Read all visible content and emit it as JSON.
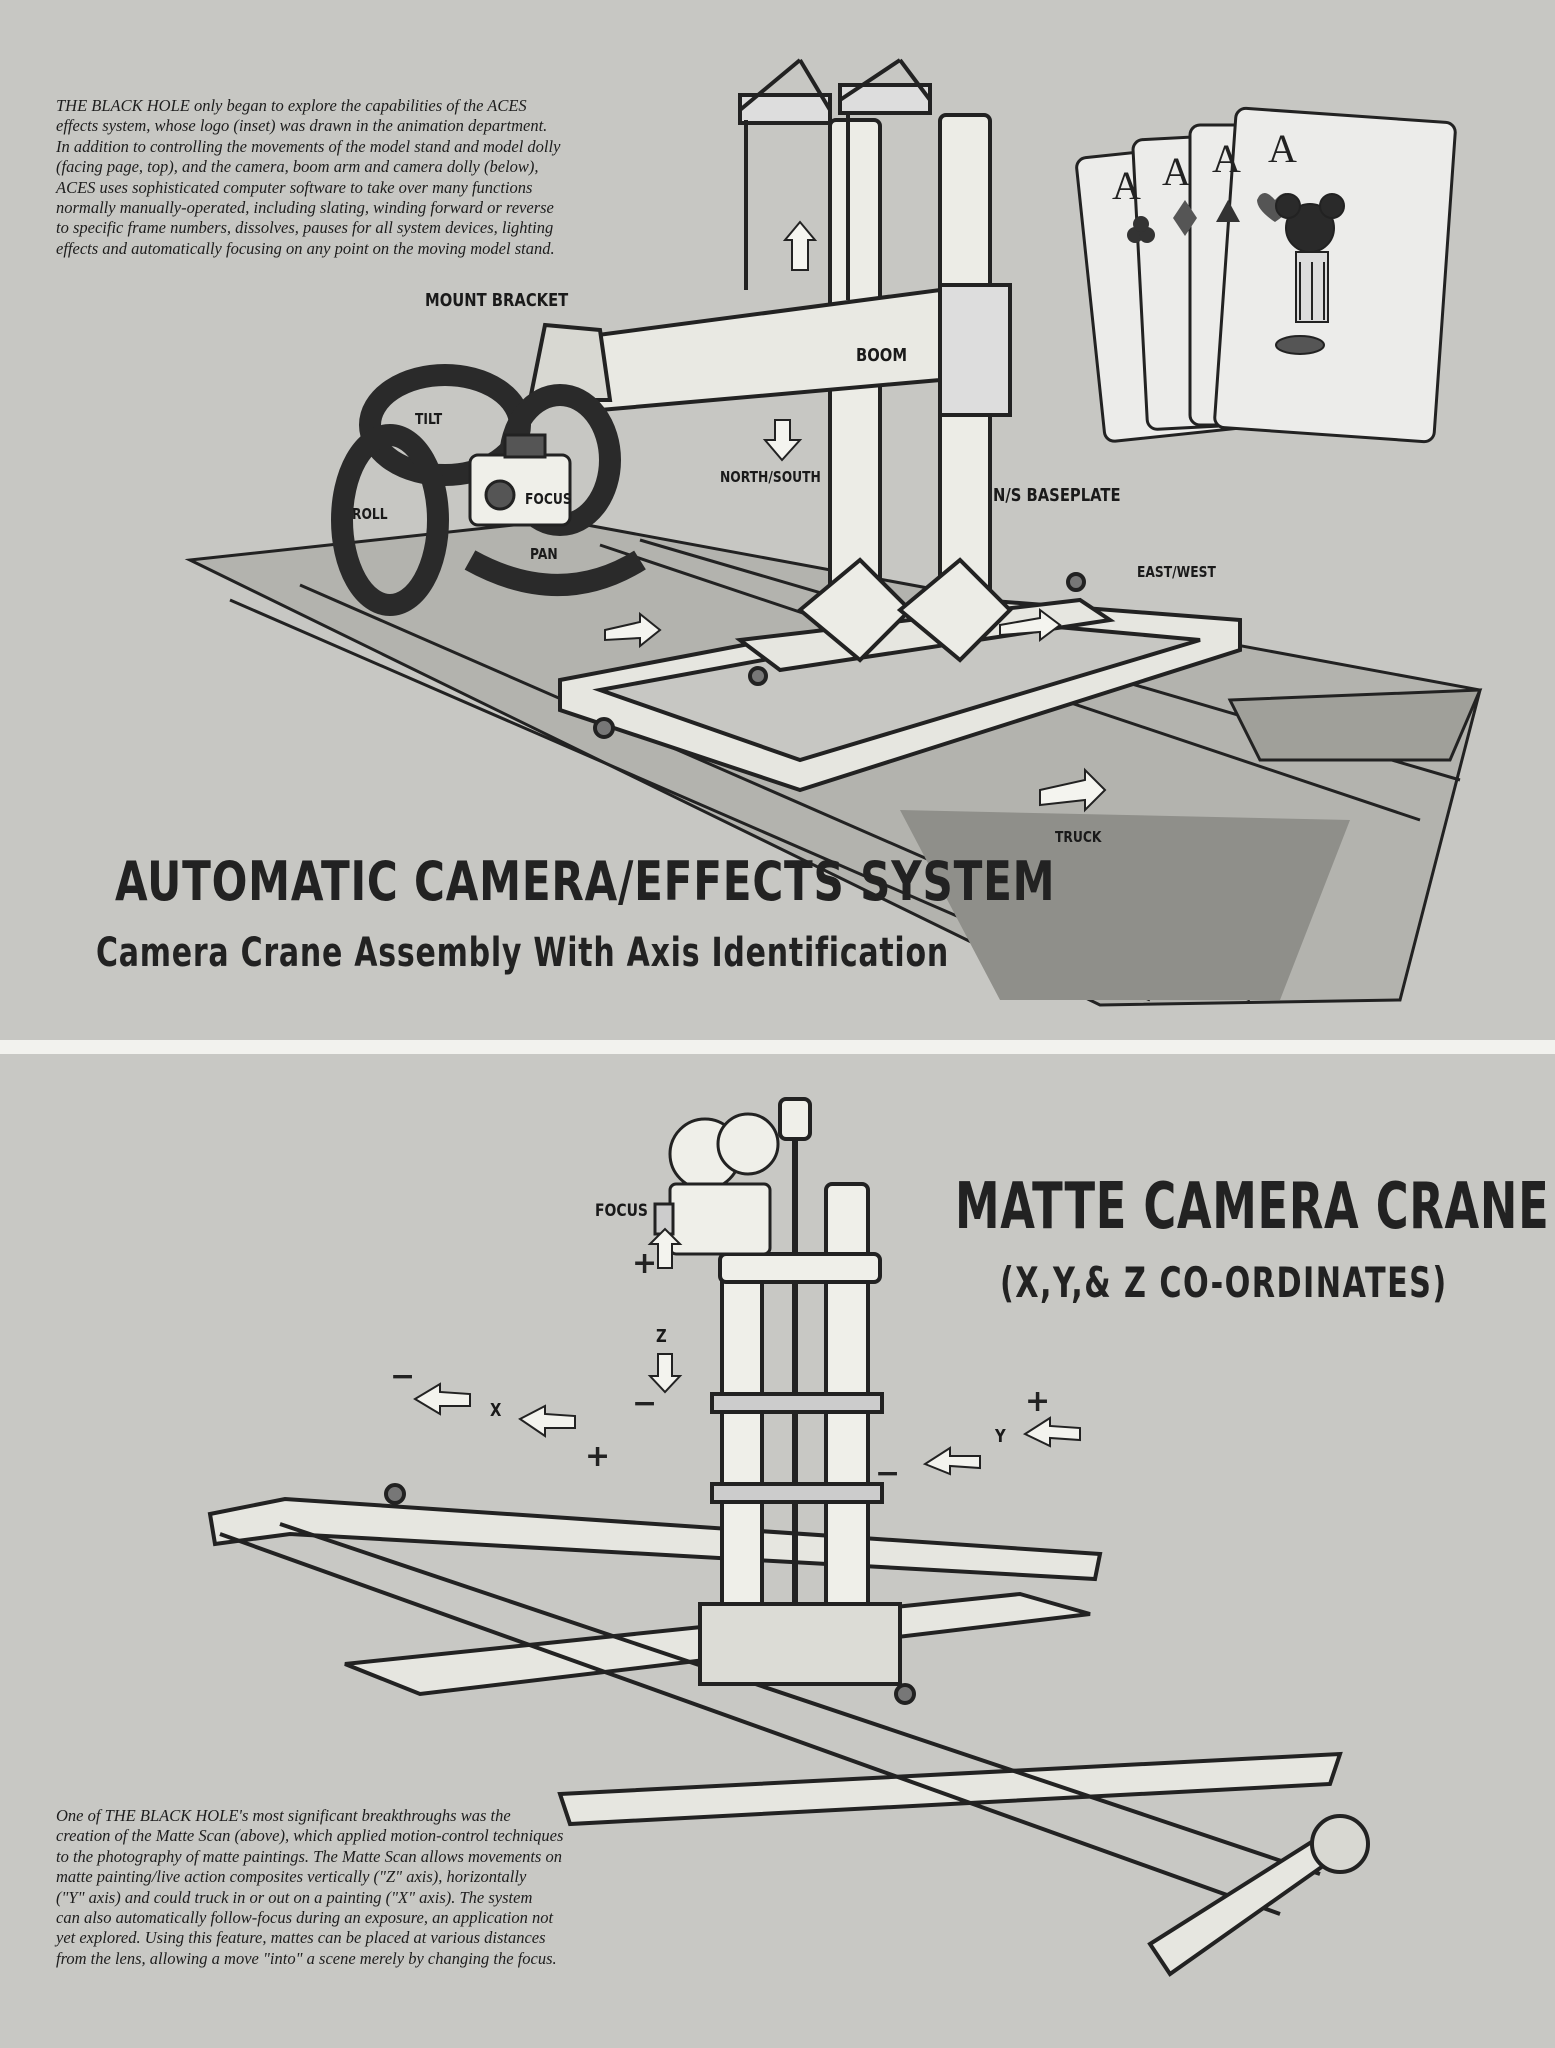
{
  "top": {
    "caption": "THE BLACK HOLE only began to explore the capabilities of the ACES\neffects system, whose logo (inset) was drawn in the animation department.\nIn addition to controlling the movements of the model stand and model dolly\n(facing page, top), and the camera, boom arm and camera dolly (below),\nACES uses sophisticated computer software to take over many functions\nnormally manually-operated, including slating, winding forward or reverse\nto specific frame numbers, dissolves, pauses for all system devices, lighting\neffects and automatically focusing on any point on the moving model stand.",
    "title": "AUTOMATIC CAMERA/EFFECTS SYSTEM",
    "subtitle": "Camera Crane Assembly With Axis Identification",
    "labels": {
      "mount_bracket": "MOUNT BRACKET",
      "boom": "BOOM",
      "tilt": "TILT",
      "roll": "ROLL",
      "focus": "FOCUS",
      "pan": "PAN",
      "north_south": "NORTH/SOUTH",
      "ns_baseplate": "N/S BASEPLATE",
      "east_west": "EAST/WEST",
      "truck": "TRUCK"
    },
    "cards": [
      "A",
      "A",
      "A",
      "A"
    ]
  },
  "bottom": {
    "title": "MATTE CAMERA CRANE",
    "subtitle": "(X,Y,& Z CO-ORDINATES)",
    "labels": {
      "focus": "FOCUS",
      "z": "Z",
      "x": "X",
      "y": "Y",
      "plus": "+",
      "minus": "−"
    },
    "caption": "One of THE BLACK HOLE's most significant breakthroughs was the\ncreation of the Matte Scan (above), which applied motion-control techniques\nto the photography of matte paintings. The Matte Scan allows movements on\nmatte painting/live action composites vertically (\"Z\" axis), horizontally\n(\"Y\" axis) and could truck in or out on a painting (\"X\" axis). The system\ncan also automatically follow-focus during an exposure, an application not\nyet explored. Using this feature, mattes can be placed at various distances\nfrom the lens, allowing a move \"into\" a scene merely by changing the focus."
  }
}
